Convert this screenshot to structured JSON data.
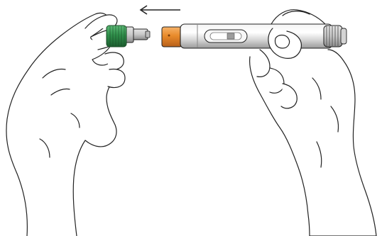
{
  "figure": {
    "background": "#ffffff",
    "line_color": "#222222",
    "colors": {
      "needle_hub_green": "#2f8f4a",
      "pen_tip_orange": "#e88a2a",
      "pen_body_silver": "#d9d9d9"
    },
    "elements": [
      "left-hand",
      "right-hand",
      "needle-hub",
      "pen-orange-tip",
      "pen-body",
      "pen-window",
      "pen-knob",
      "direction-arrow"
    ],
    "arrow_direction": "left"
  }
}
